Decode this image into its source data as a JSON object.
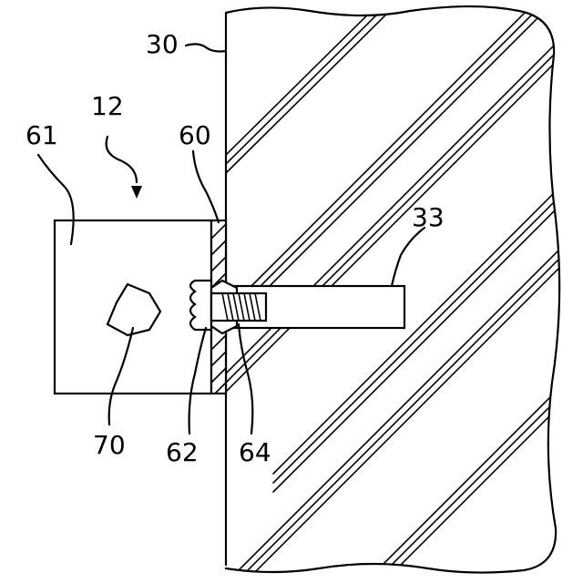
{
  "labels": {
    "ref_30": "30",
    "ref_12": "12",
    "ref_61": "61",
    "ref_60": "60",
    "ref_33": "33",
    "ref_70": "70",
    "ref_62": "62",
    "ref_64": "64"
  },
  "colors": {
    "line": "#000000",
    "background": "#ffffff"
  }
}
